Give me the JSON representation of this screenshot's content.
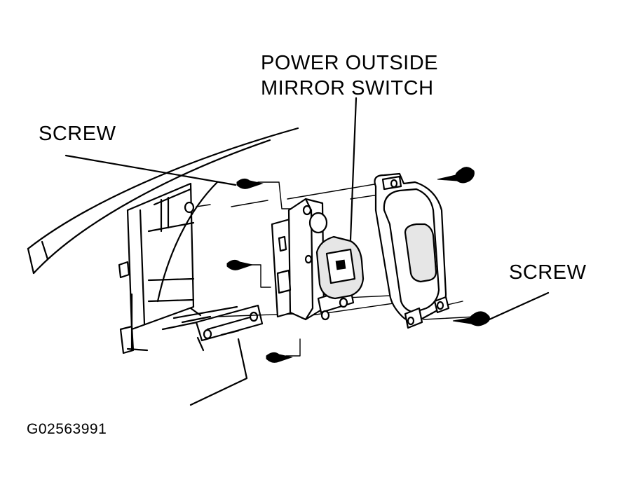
{
  "labels": {
    "switch_line1": "POWER OUTSIDE",
    "switch_line2": "MIRROR SWITCH",
    "screw_left": "SCREW",
    "screw_right": "SCREW"
  },
  "figure_code": "G02563991"
}
